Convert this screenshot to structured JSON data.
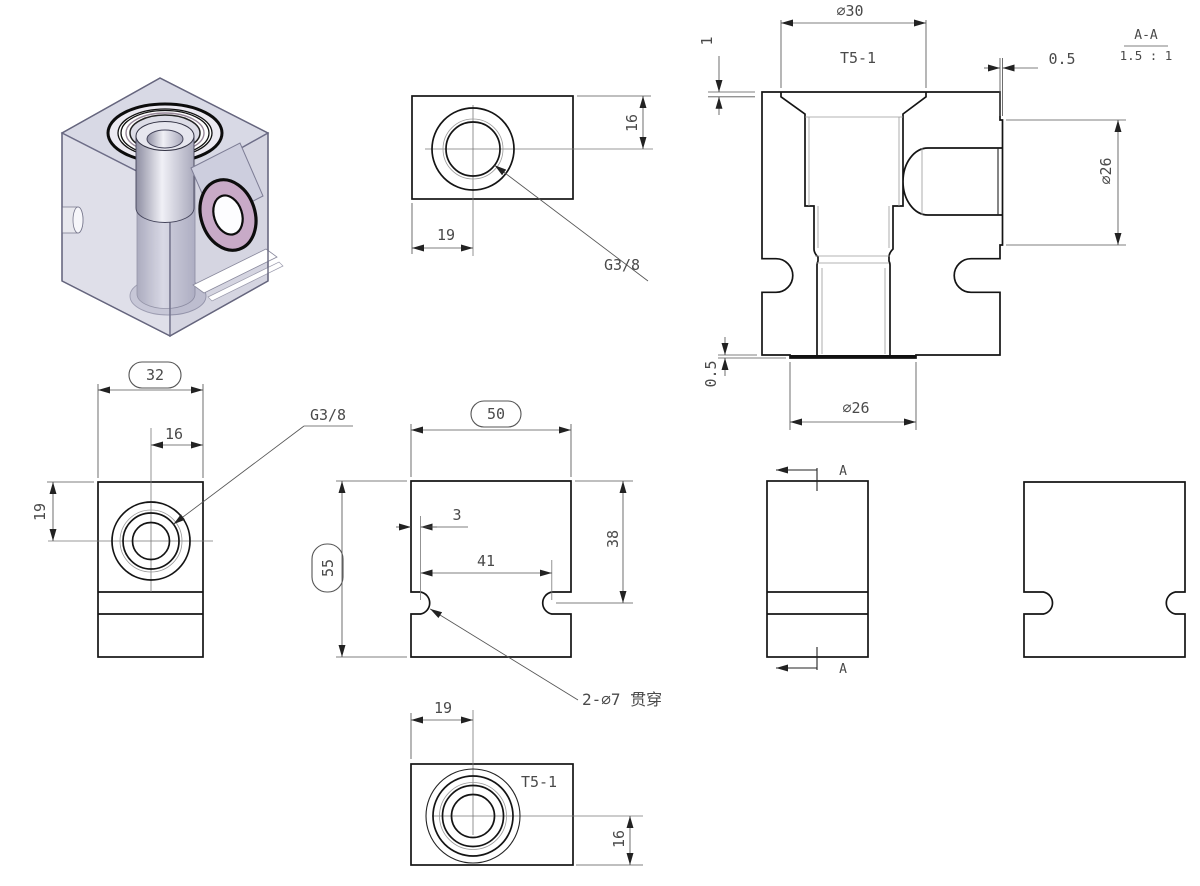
{
  "colors": {
    "line": "#141414",
    "dimension": "#555555",
    "text": "#4a4a4a",
    "iso_body": "#c6c7d8",
    "iso_ring_accent": "#c8aac7"
  },
  "views": {
    "top_view": {
      "dim_hole_x": "19",
      "dim_hole_y": "16",
      "thread_label": "G3/8"
    },
    "section_view": {
      "label": "A-A",
      "scale": "1.5 : 1",
      "dim_counterbore": "∅30",
      "cavity_label": "T5-1",
      "dim_recess_depth": "1",
      "dim_right_step": "0.5",
      "dim_right_boss": "∅26",
      "dim_bottom_boss": "∅26",
      "dim_bottom_step": "0.5"
    },
    "front_view": {
      "dim_width": "32",
      "dim_hole_x": "16",
      "dim_hole_y": "19",
      "thread_label": "G3/8"
    },
    "main_view": {
      "dim_width": "50",
      "dim_height": "55",
      "dim_slot_offset": "3",
      "dim_slot_spacing": "41",
      "dim_slot_depth": "38",
      "slot_note": "2-∅7 贯穿"
    },
    "side_view": {
      "cut_label_top": "A",
      "cut_label_bottom": "A"
    },
    "bottom_view": {
      "dim_hole_x": "19",
      "dim_hole_y": "16",
      "cavity_label": "T5-1"
    }
  }
}
